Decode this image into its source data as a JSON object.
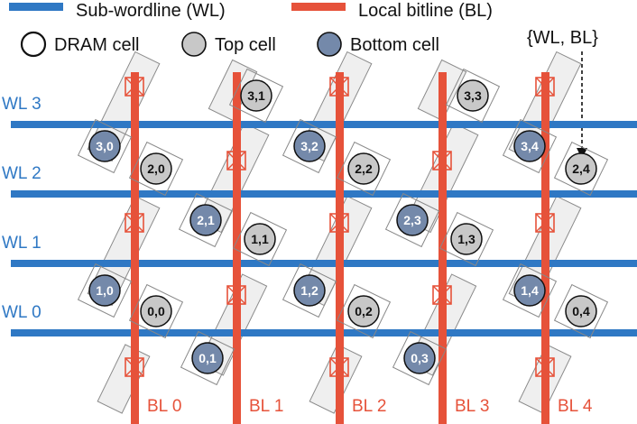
{
  "legend": {
    "wordline": {
      "label": "Sub-wordline (WL)",
      "color": "#2f78c4"
    },
    "bitline": {
      "label": "Local bitline (BL)",
      "color": "#e6523a"
    },
    "dram_cell": {
      "label": "DRAM cell",
      "color": "#ffffff"
    },
    "top_cell": {
      "label": "Top cell",
      "color": "#c8c8c8"
    },
    "bottom_cell": {
      "label": "Bottom cell",
      "color": "#7489aa"
    }
  },
  "annotation": {
    "label": "{WL, BL}"
  },
  "wordlines": [
    {
      "label": "WL 3"
    },
    {
      "label": "WL 2"
    },
    {
      "label": "WL 1"
    },
    {
      "label": "WL 0"
    }
  ],
  "bitlines": [
    {
      "label": "BL 0"
    },
    {
      "label": "BL 1"
    },
    {
      "label": "BL 2"
    },
    {
      "label": "BL 3"
    },
    {
      "label": "BL 4"
    }
  ],
  "cells": [
    {
      "label": "3,1",
      "type": "top"
    },
    {
      "label": "3,3",
      "type": "top"
    },
    {
      "label": "3,0",
      "type": "bottom"
    },
    {
      "label": "3,2",
      "type": "bottom"
    },
    {
      "label": "3,4",
      "type": "bottom"
    },
    {
      "label": "2,0",
      "type": "top"
    },
    {
      "label": "2,2",
      "type": "top"
    },
    {
      "label": "2,4",
      "type": "top"
    },
    {
      "label": "2,1",
      "type": "bottom"
    },
    {
      "label": "2,3",
      "type": "bottom"
    },
    {
      "label": "1,1",
      "type": "top"
    },
    {
      "label": "1,3",
      "type": "top"
    },
    {
      "label": "1,0",
      "type": "bottom"
    },
    {
      "label": "1,2",
      "type": "bottom"
    },
    {
      "label": "1,4",
      "type": "bottom"
    },
    {
      "label": "0,0",
      "type": "top"
    },
    {
      "label": "0,2",
      "type": "top"
    },
    {
      "label": "0,4",
      "type": "top"
    },
    {
      "label": "0,1",
      "type": "bottom"
    },
    {
      "label": "0,3",
      "type": "bottom"
    }
  ]
}
